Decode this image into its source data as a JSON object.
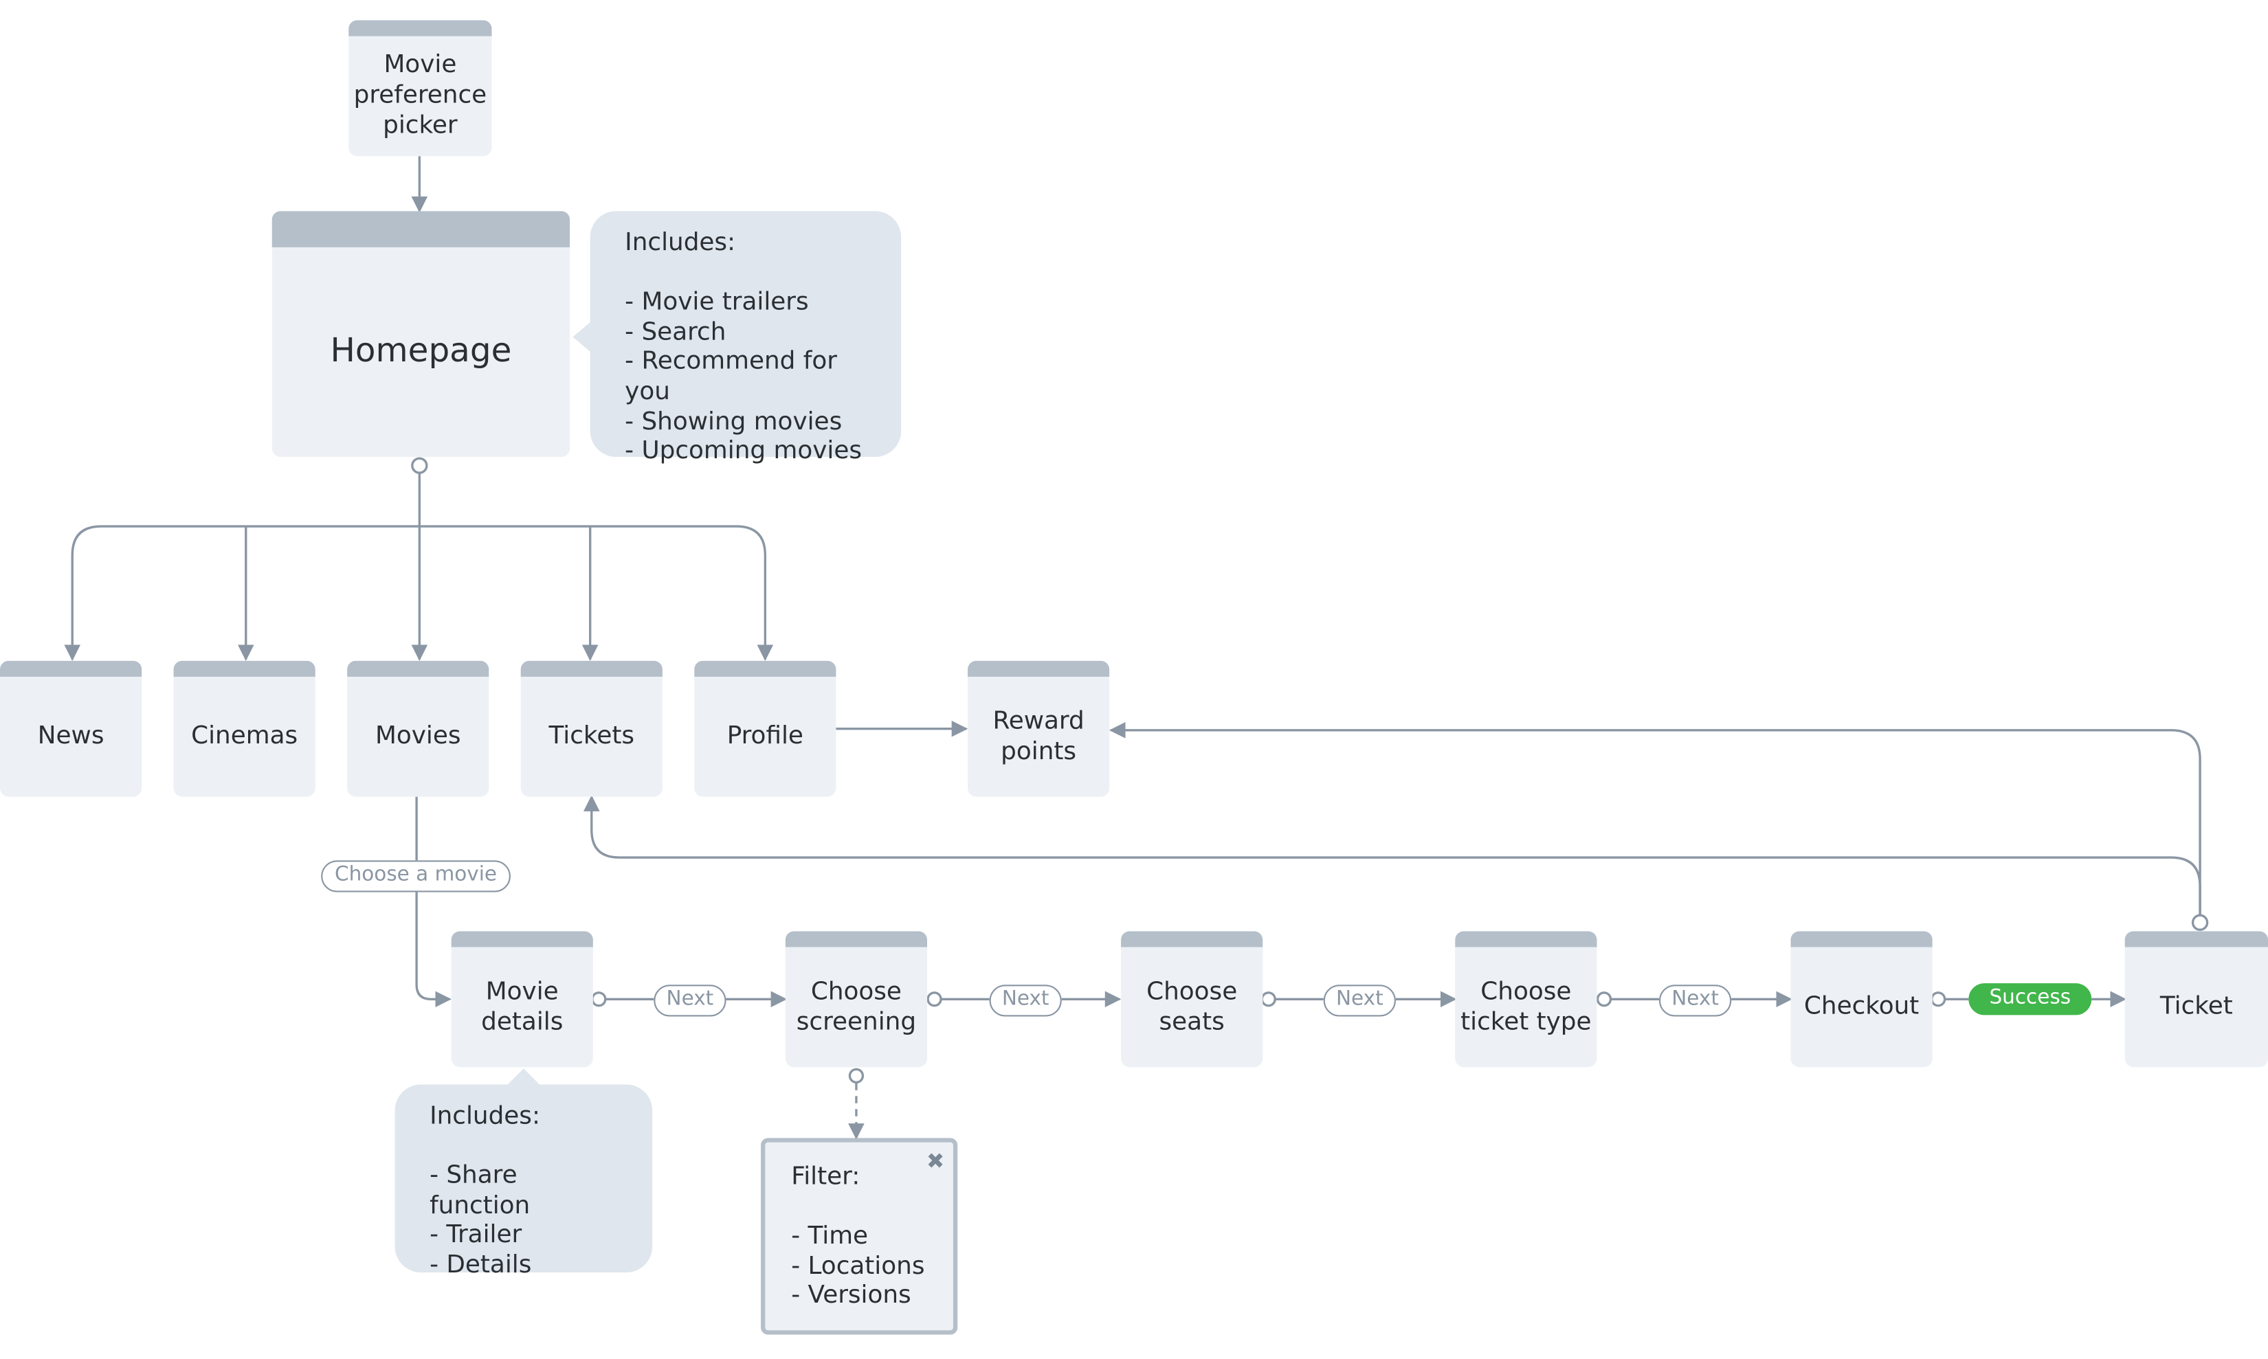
{
  "nodes": {
    "movie_preference_picker": "Movie\npreference\npicker",
    "homepage": "Homepage",
    "news": "News",
    "cinemas": "Cinemas",
    "movies": "Movies",
    "tickets": "Tickets",
    "profile": "Profile",
    "reward_points": "Reward\npoints",
    "movie_details": "Movie\ndetails",
    "choose_screening": "Choose\nscreening",
    "choose_seats": "Choose\nseats",
    "choose_ticket_type": "Choose\nticket type",
    "checkout": "Checkout",
    "ticket": "Ticket"
  },
  "notes": {
    "homepage": {
      "title": "Includes:",
      "items": "- Movie trailers\n- Search\n- Recommend for you\n- Showing movies\n- Upcoming movies"
    },
    "movie_details": {
      "title": "Includes:",
      "items": "- Share function\n- Trailer\n- Details"
    },
    "filter": {
      "title": "Filter:",
      "items": "- Time\n- Locations\n- Versions",
      "close": "✖"
    }
  },
  "edge_labels": {
    "choose_movie": "Choose a movie",
    "next_1": "Next",
    "next_2": "Next",
    "next_3": "Next",
    "next_4": "Next",
    "success": "Success"
  },
  "colors": {
    "node_fill": "#edf1f5",
    "node_header": "#b4bfca",
    "note_fill": "#dfe6ed",
    "connector": "#8a96a3",
    "success": "#41b64b"
  }
}
